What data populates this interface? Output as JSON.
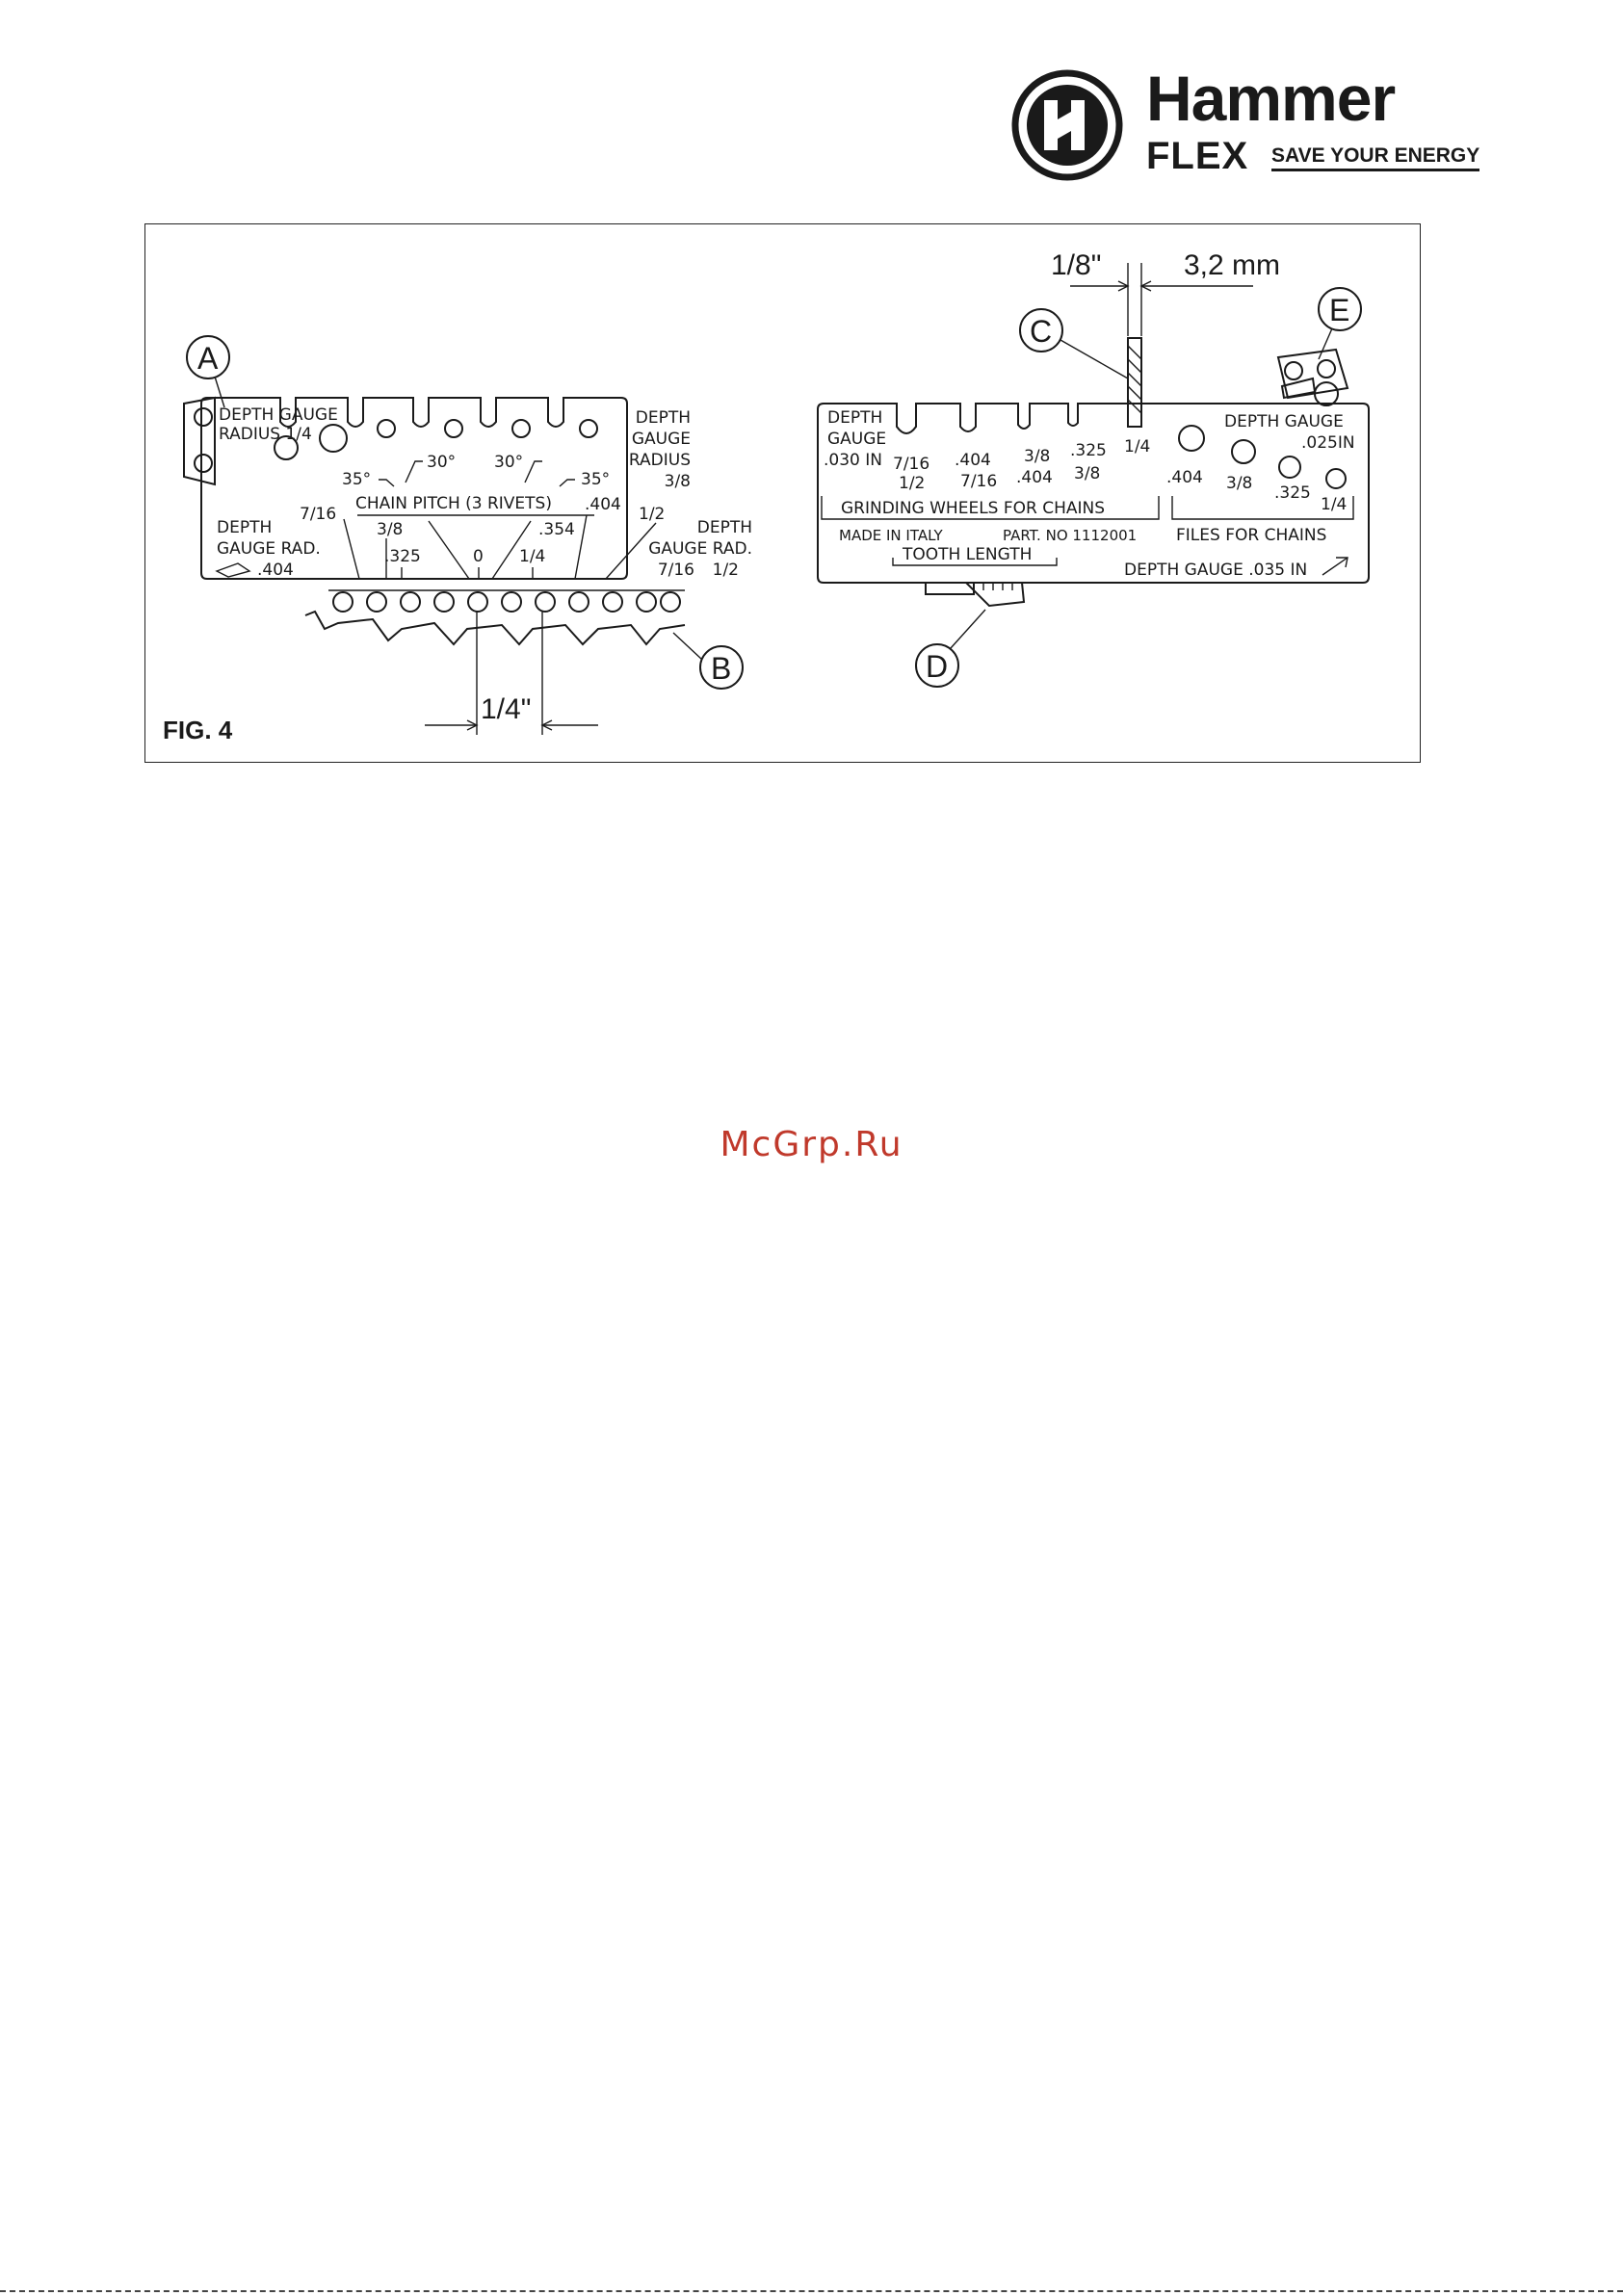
{
  "logo": {
    "brand": "Hammer",
    "sub": "FLEX",
    "tagline": "SAVE YOUR ENERGY"
  },
  "figure": {
    "label": "FIG. 4",
    "callouts": [
      "A",
      "B",
      "C",
      "D",
      "E"
    ],
    "left_tool": {
      "top_left": [
        "DEPTH GAUGE",
        "RADIUS 1/4"
      ],
      "top_right": [
        "DEPTH",
        "GAUGE",
        "RADIUS",
        "3/8"
      ],
      "angles": [
        "35°",
        "30°",
        "30°",
        "35°"
      ],
      "chain_pitch": "CHAIN PITCH (3 RIVETS)",
      "pitches": [
        "7/16",
        "3/8",
        ".325",
        "0",
        ".354",
        "1/4",
        ".404",
        "1/2"
      ],
      "bottom_left": [
        "DEPTH",
        "GAUGE RAD.",
        ".404"
      ],
      "bottom_right": [
        "DEPTH",
        "GAUGE RAD.",
        "7/16",
        "1/2"
      ],
      "pitch_dimension": "1/4\""
    },
    "right_tool": {
      "dimension_in": "1/8\"",
      "dimension_mm": "3,2 mm",
      "depth_gauge_left": [
        "DEPTH",
        "GAUGE",
        ".030 IN"
      ],
      "grinding_sizes": [
        "7/16",
        "1/2",
        ".404",
        "7/16",
        "3/8",
        ".404",
        ".325",
        "3/8",
        "1/4"
      ],
      "grinding_label": "GRINDING WHEELS FOR CHAINS",
      "depth_gauge_right": [
        "DEPTH GAUGE",
        ".025IN"
      ],
      "file_sizes": [
        ".404",
        "3/8",
        ".325",
        "1/4"
      ],
      "files_label": "FILES FOR CHAINS",
      "made_in": "MADE IN ITALY",
      "part_no": "PART. NO  1112001",
      "tooth_length": "TOOTH LENGTH",
      "depth_gauge_bottom": "DEPTH GAUGE .035 IN"
    }
  },
  "watermark": "McGrp.Ru"
}
